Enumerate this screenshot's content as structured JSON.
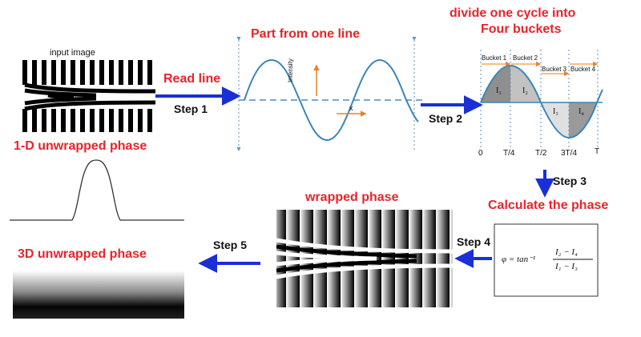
{
  "labels": {
    "input_image": "input image",
    "read_line": "Read line",
    "step1": "Step 1",
    "part_from_line": "Part from one line",
    "divide_title_1": "divide one cycle into",
    "divide_title_2": "Four buckets",
    "step2": "Step 2",
    "step3": "Step 3",
    "calculate_phase": "Calculate the phase",
    "step4": "Step 4",
    "wrapped_phase": "wrapped phase",
    "step5": "Step 5",
    "unwrapped_1d": "1-D unwrapped phase",
    "unwrapped_3d": "3D unwrapped phase"
  },
  "sine_axes": {
    "y_label": "Intensity",
    "x_label": "x"
  },
  "buckets": {
    "names": [
      "Bucket 1",
      "Bucket 2",
      "Bucket 3",
      "Bucket 4"
    ],
    "region_labels": [
      "I₁",
      "I₂",
      "I₃",
      "I₄"
    ],
    "ticks": [
      "0",
      "T/4",
      "T/2",
      "3T/4",
      "T"
    ]
  },
  "formula": {
    "lhs": "φ = tan⁻¹",
    "numerator": "I₂ − I₄",
    "denominator": "I₁ − I₃"
  },
  "colors": {
    "red_text": "#e8242a",
    "arrow_blue": "#1a2fd6",
    "sine_blue": "#3a86b4",
    "dash_blue": "#7aa6d0",
    "bucket_orange": "#f0963a",
    "intensity_orange": "#e8822a"
  }
}
